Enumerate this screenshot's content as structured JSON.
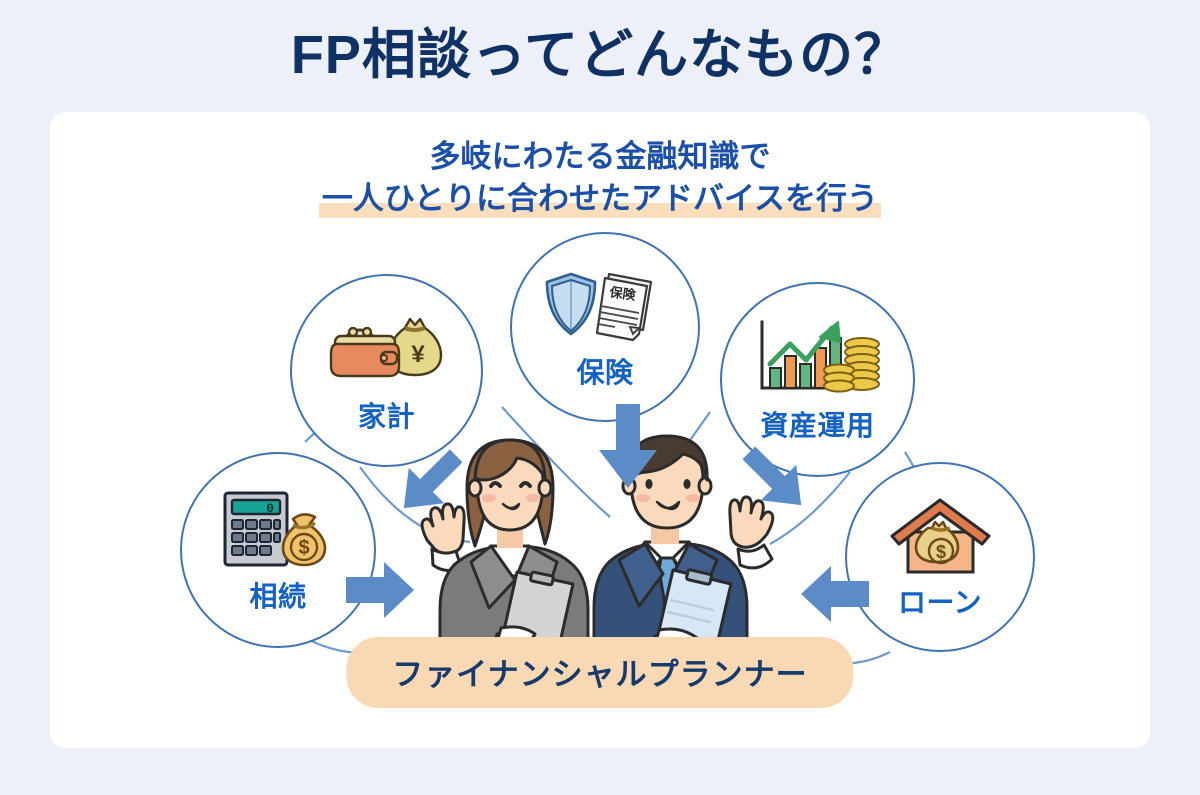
{
  "title": "FP相談ってどんなもの？",
  "subtitle": {
    "line1": "多岐にわたる金融知識で",
    "line2": "一人ひとりに合わせたアドバイスを行う",
    "highlight_color": "#fbdfbc"
  },
  "colors": {
    "background": "#edf0f9",
    "card": "#ffffff",
    "title": "#0f3163",
    "subtitle": "#1b4fa8",
    "circle_border": "#3f73b4",
    "circle_label": "#1463c4",
    "arrow": "#5b8cc8",
    "pill_bg": "#f9d9b4",
    "pill_text": "#163a6b"
  },
  "circles": [
    {
      "id": "kakei",
      "label": "家計",
      "icon": "purse-and-money-bag-icon"
    },
    {
      "id": "hoken",
      "label": "保険",
      "icon": "shield-and-policy-document-icon",
      "doc_text": "保険"
    },
    {
      "id": "shisan",
      "label": "資産運用",
      "icon": "growth-chart-and-coins-icon"
    },
    {
      "id": "souzoku",
      "label": "相続",
      "icon": "calculator-and-money-bag-icon",
      "calc_display": "0"
    },
    {
      "id": "loan",
      "label": "ローン",
      "icon": "house-with-money-bag-icon"
    }
  ],
  "arrows": [
    {
      "id": "arrow-kakei-to-center",
      "direction": "down-right"
    },
    {
      "id": "arrow-hoken-to-center",
      "direction": "down"
    },
    {
      "id": "arrow-shisan-to-center",
      "direction": "down-left"
    },
    {
      "id": "arrow-souzoku-to-center",
      "direction": "right"
    },
    {
      "id": "arrow-loan-to-center",
      "direction": "left"
    }
  ],
  "people": {
    "left": {
      "id": "female-advisor",
      "suit_color": "#6f6f6f",
      "hair_color": "#8a6242"
    },
    "right": {
      "id": "male-advisor",
      "suit_color": "#35517a",
      "hair_color": "#4a3b30",
      "tie_color": "#6ea9d8"
    }
  },
  "pill": {
    "label": "ファイナンシャルプランナー"
  }
}
